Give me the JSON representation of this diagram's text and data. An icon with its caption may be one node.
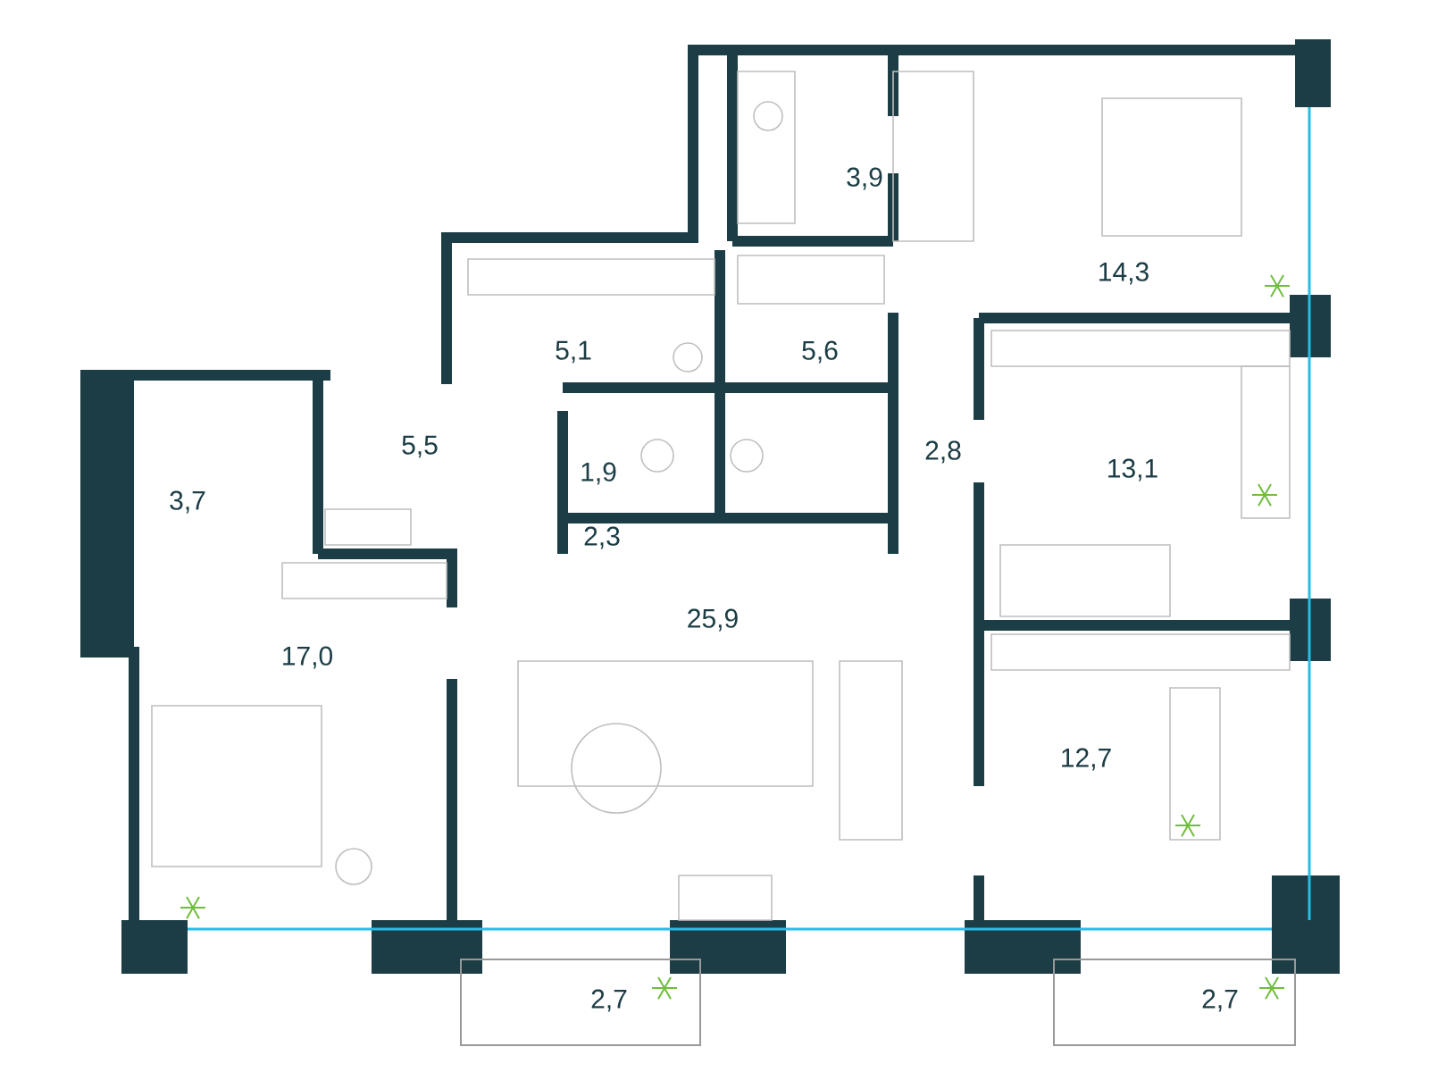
{
  "diagram": {
    "labels": [
      "3,9",
      "14,3",
      "5,1",
      "5,6",
      "5,5",
      "1,9",
      "2,8",
      "13,1",
      "3,7",
      "2,3",
      "25,9",
      "17,0",
      "12,7",
      "2,7",
      "2,7"
    ]
  }
}
